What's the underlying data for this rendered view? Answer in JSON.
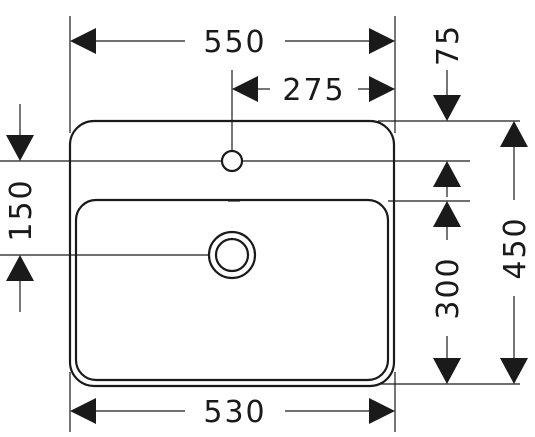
{
  "dimensions": {
    "top_width": "550",
    "tap_offset": "275",
    "bottom_width": "530",
    "tap_depth": "75",
    "basin_top_offset": "150",
    "basin_depth": "300",
    "total_depth": "450"
  }
}
